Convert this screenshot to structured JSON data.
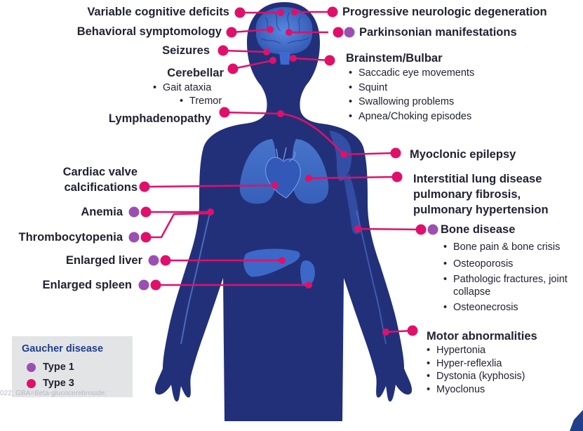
{
  "colors": {
    "type1": "#9b4fb0",
    "type3": "#e0106a",
    "body": "#22307a",
    "organ": "#4a7cd6",
    "legend_title": "#1f3f8a",
    "legend_bg": "#e3e4e6"
  },
  "labels": {
    "variable_cognitive": "Variable cognitive deficits",
    "behavioral": "Behavioral symptomology",
    "seizures": "Seizures",
    "cerebellar": "Cerebellar",
    "cerebellar_items": [
      "Gait ataxia",
      "Tremor"
    ],
    "lymphadenopathy": "Lymphadenopathy",
    "cardiac_line1": "Cardiac valve",
    "cardiac_line2": "calcifications",
    "anemia": "Anemia",
    "thrombocytopenia": "Thrombocytopenia",
    "enlarged_liver": "Enlarged liver",
    "enlarged_spleen": "Enlarged spleen",
    "progressive": "Progressive neurologic degeneration",
    "parkinsonian": "Parkinsonian manifestations",
    "brainstem": "Brainstem/Bulbar",
    "brainstem_items": [
      "Saccadic eye movements",
      "Squint",
      "Swallowing problems",
      "Apnea/Choking episodes"
    ],
    "myoclonic": "Myoclonic epilepsy",
    "lung_line1": "Interstitial lung disease",
    "lung_line2": "pulmonary fibrosis,",
    "lung_line3": "pulmonary hypertension",
    "bone": "Bone disease",
    "bone_items": [
      "Bone pain & bone crisis",
      "Osteoporosis",
      "Pathologic fractures, joint collapse",
      "Osteonecrosis"
    ],
    "motor": "Motor abnormalities",
    "motor_items": [
      "Hypertonia",
      "Hyper-reflexlia",
      "Dystonia (kyphosis)",
      "Myoclonus"
    ]
  },
  "legend": {
    "title": "Gaucher disease",
    "items": [
      "Type 1",
      "Type 3"
    ]
  },
  "footnote": "022; GBA=Beta-glucocerebroside;"
}
